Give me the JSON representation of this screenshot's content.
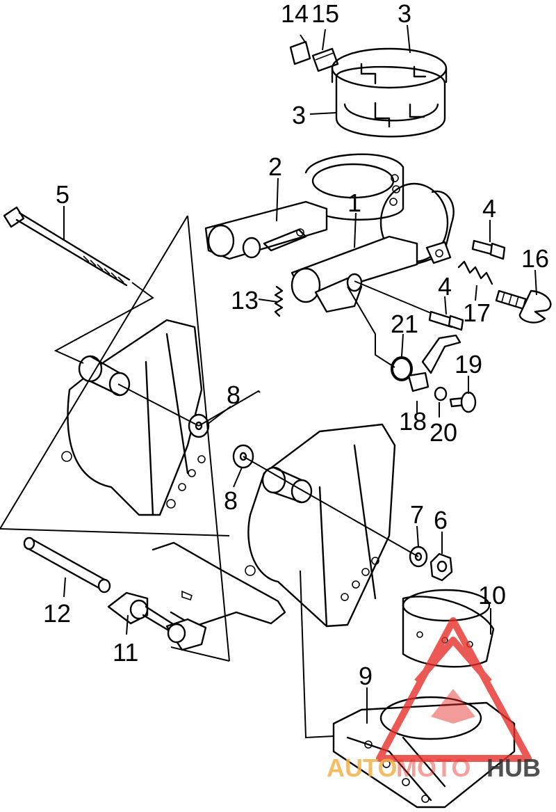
{
  "labels": {
    "p1": "1",
    "p2": "2",
    "p3a": "3",
    "p3b": "3",
    "p4a": "4",
    "p4b": "4",
    "p5": "5",
    "p6": "6",
    "p7": "7",
    "p8a": "8",
    "p8b": "8",
    "p9": "9",
    "p10": "10",
    "p11": "11",
    "p12": "12",
    "p13": "13",
    "p14": "14",
    "p15": "15",
    "p16": "16",
    "p17": "17",
    "p18": "18",
    "p19": "19",
    "p20": "20",
    "p21": "21"
  },
  "watermark": {
    "text_a": "AUTO",
    "text_b": "MOTO",
    "text_c": "HUB",
    "colors": {
      "accent": "#e8302a",
      "orange": "#f3b24a",
      "dark": "#333333"
    }
  }
}
